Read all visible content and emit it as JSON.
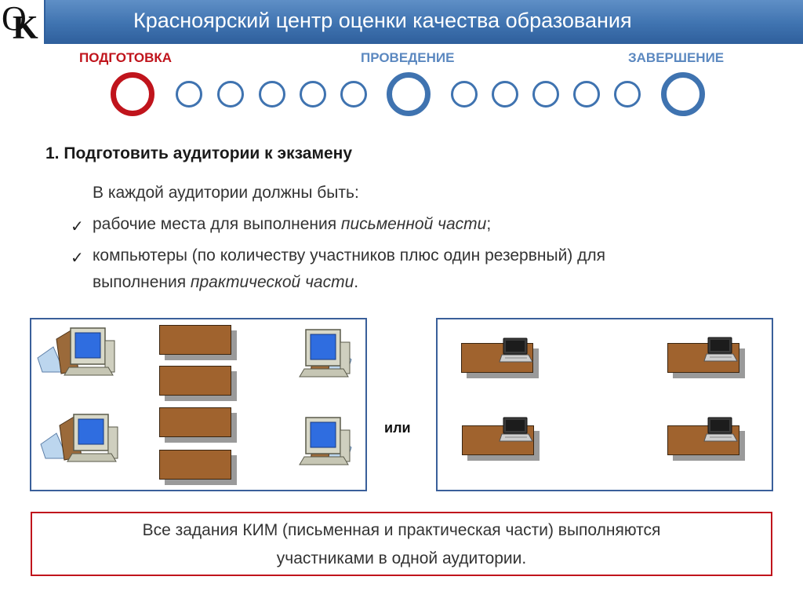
{
  "header": {
    "logo_text": "ОК",
    "title": "Красноярский центр оценки качества образования"
  },
  "stages": {
    "preparation": "ПОДГОТОВКА",
    "conduct": "ПРОВЕДЕНИЕ",
    "completion": "ЗАВЕРШЕНИЕ",
    "colors": {
      "current": "#c0141c",
      "other": "#3f73b0",
      "label_other": "#5b88c0"
    }
  },
  "content": {
    "task_title": "1. Подготовить аудитории к экзамену",
    "intro": "В каждой аудитории должны быть:",
    "item1_text": "рабочие места для выполнения ",
    "item1_italic": "письменной части",
    "item1_end": ";",
    "item2_line1": "компьютеры (по количеству участников плюс один резервный) для",
    "item2_line2_text": "выполнения ",
    "item2_line2_italic": "практической части",
    "item2_line2_end": ".",
    "check_mark": "✓"
  },
  "layouts": {
    "or_label": "или",
    "left_icons": "desktop-computer-icon",
    "right_icons": "laptop-icon"
  },
  "note": {
    "line1": "Все задания КИМ (письменная и практическая части) выполняются",
    "line2": "участниками в одной аудитории."
  }
}
